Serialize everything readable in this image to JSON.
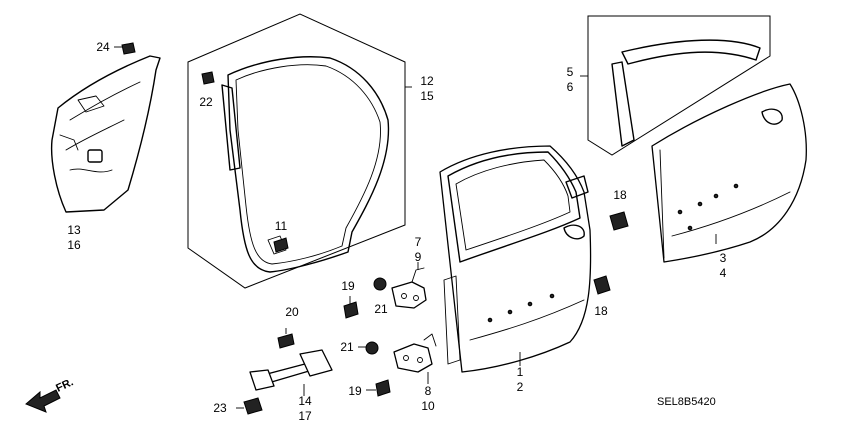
{
  "callouts": {
    "c1": "1",
    "c2": "2",
    "c3": "3",
    "c4": "4",
    "c5": "5",
    "c6": "6",
    "c7": "7",
    "c8": "8",
    "c9": "9",
    "c10": "10",
    "c11": "11",
    "c12": "12",
    "c13": "13",
    "c14": "14",
    "c15": "15",
    "c16": "16",
    "c17": "17",
    "c18a": "18",
    "c18b": "18",
    "c19a": "19",
    "c19b": "19",
    "c20": "20",
    "c21a": "21",
    "c21b": "21",
    "c22": "22",
    "c23": "23",
    "c24": "24"
  },
  "direction_label": "FR.",
  "diagram_code": "SEL8B5420"
}
